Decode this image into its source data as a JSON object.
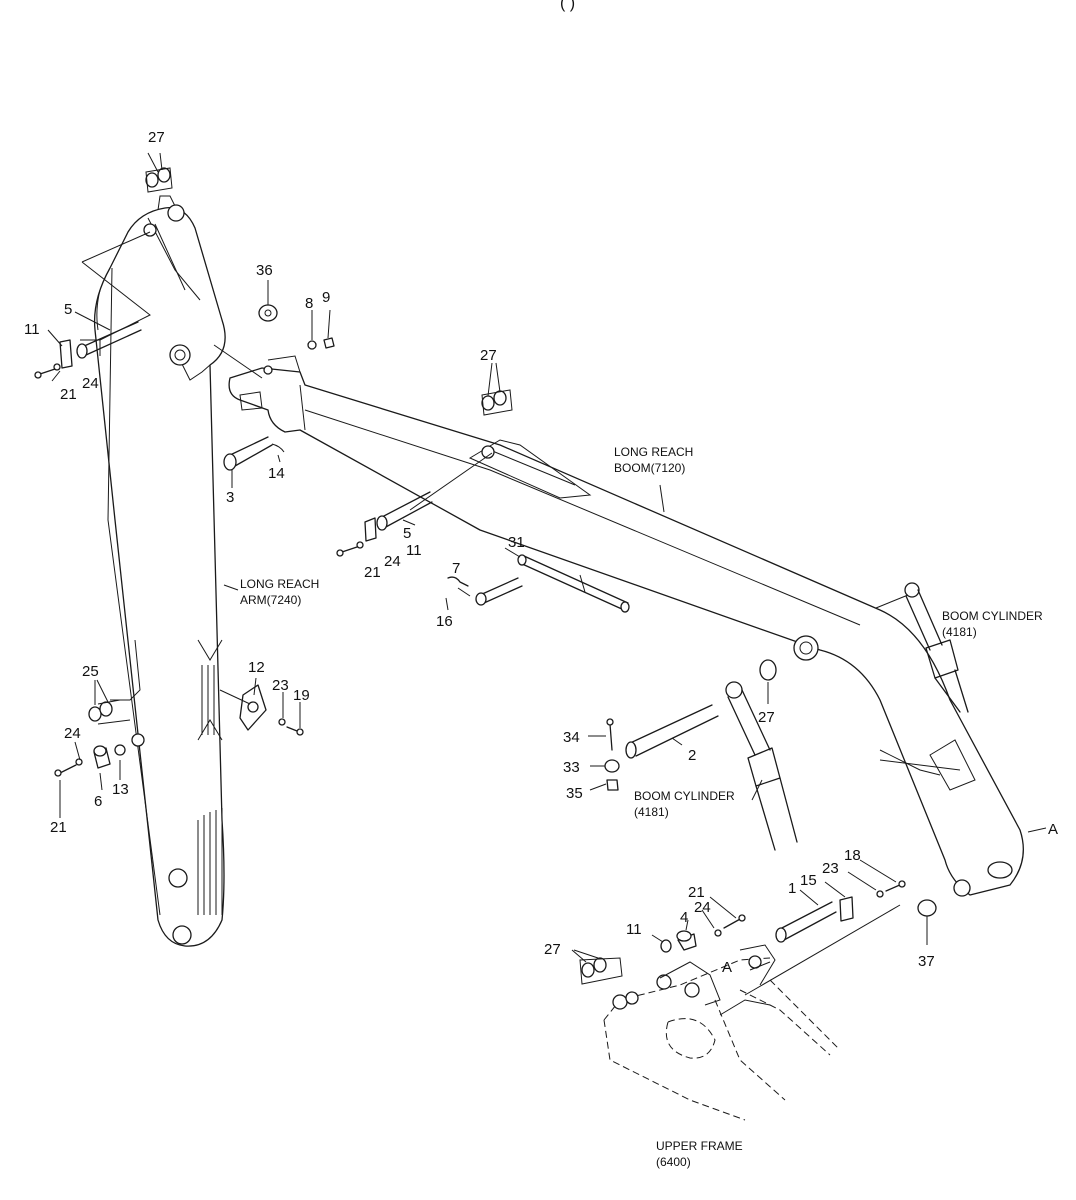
{
  "title_fragment": "(                    )",
  "labels": {
    "boom": [
      "LONG REACH",
      "BOOM(7120)"
    ],
    "arm": [
      "LONG REACH",
      "ARM(7240)"
    ],
    "boom_cylinder_right": [
      "BOOM CYLINDER",
      "(4181)"
    ],
    "boom_cylinder_center": [
      "BOOM CYLINDER",
      "(4181)"
    ],
    "upper_frame": [
      "UPPER FRAME",
      "(6400)"
    ]
  },
  "reference_marks": {
    "a_right": "A",
    "a_bottom": "A"
  },
  "callouts": {
    "arm_top_27": "27",
    "arm_5": "5",
    "arm_11": "11",
    "arm_24": "24",
    "arm_21": "21",
    "p36": "36",
    "p8": "8",
    "p9": "9",
    "p3": "3",
    "p14": "14",
    "boom_top_27": "27",
    "boom_5": "5",
    "boom_11": "11",
    "boom_24": "24",
    "boom_21": "21",
    "p31": "31",
    "p7": "7",
    "p16": "16",
    "p12": "12",
    "arm_23": "23",
    "p19": "19",
    "p25": "25",
    "arm_low_24": "24",
    "p6": "6",
    "p13": "13",
    "arm_low_21": "21",
    "p34": "34",
    "p33": "33",
    "p35": "35",
    "p2": "2",
    "boom_mid_27": "27",
    "p1": "1",
    "p15": "15",
    "frame_23": "23",
    "p18": "18",
    "frame_21": "21",
    "frame_24": "24",
    "p4": "4",
    "frame_11": "11",
    "frame_27": "27",
    "p37": "37"
  }
}
